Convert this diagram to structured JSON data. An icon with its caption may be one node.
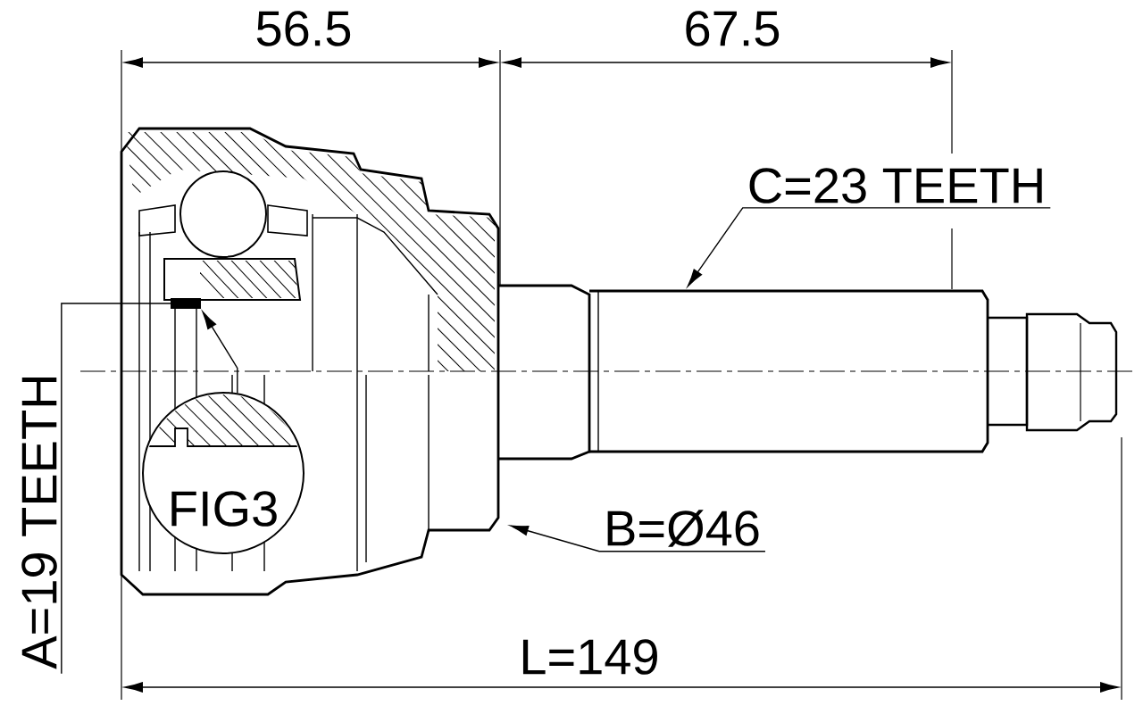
{
  "diagram": {
    "nodes": [
      {
        "text": [
          "A=19 TEETH"
        ]
      },
      {
        "text": [
          "FIG3"
        ]
      },
      {
        "text": [
          "C=23 TEETH"
        ]
      },
      {
        "text": [
          "B=Ø46"
        ]
      },
      {
        "text": [],
        "shape": "bar"
      }
    ],
    "edges": [
      {
        "from": 0,
        "to": 4,
        "arrow": "none"
      },
      {
        "from": 1,
        "to": 4,
        "arrow": "to"
      },
      {
        "from": 2,
        "to": null,
        "arrow": "to"
      },
      {
        "from": 3,
        "to": null,
        "arrow": "to"
      }
    ],
    "labels": [
      "56.5",
      "67.5",
      "L=149"
    ]
  }
}
